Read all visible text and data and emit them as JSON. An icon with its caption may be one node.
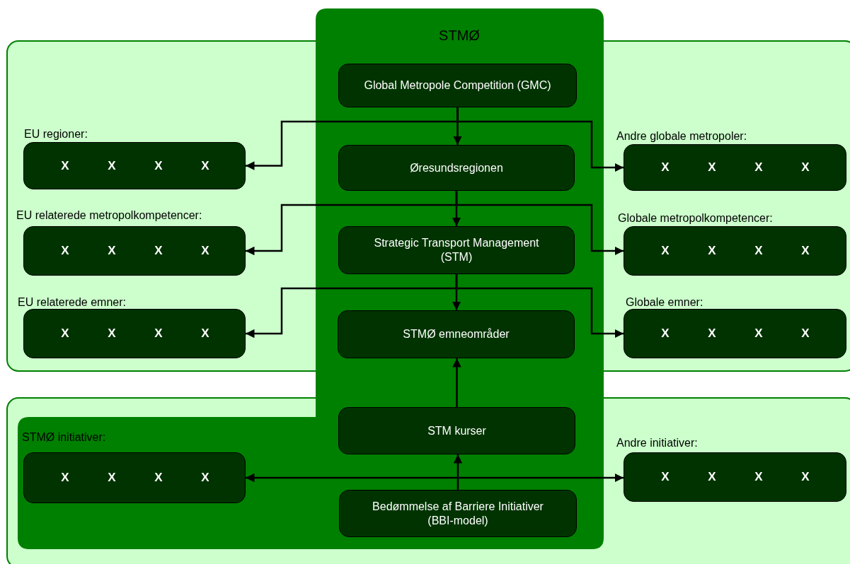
{
  "diagram": {
    "nodes": [
      {
        "text": [
          "STMØ"
        ]
      },
      {
        "text": [
          "Global Metropole Competition (GMC)"
        ],
        "in": 0
      },
      {
        "text": [
          "EU regioner:",
          "X",
          "X",
          "X",
          "X"
        ]
      },
      {
        "text": [
          "Øresundsregionen"
        ],
        "in": 0
      },
      {
        "text": [
          "Andre globale metropoler:",
          "X",
          "X",
          "X",
          "X"
        ]
      },
      {
        "text": [
          "EU relaterede metropolkompetencer:",
          "X",
          "X",
          "X",
          "X"
        ]
      },
      {
        "text": [
          "Strategic Transport Management (STM)"
        ],
        "in": 0
      },
      {
        "text": [
          "Globale metropolkompetencer:",
          "X",
          "X",
          "X",
          "X"
        ]
      },
      {
        "text": [
          "EU relaterede emner:",
          "X",
          "X",
          "X",
          "X"
        ]
      },
      {
        "text": [
          "STMØ emneområder"
        ],
        "in": 0
      },
      {
        "text": [
          "Globale emner:",
          "X",
          "X",
          "X",
          "X"
        ]
      },
      {
        "text": [
          "STM kurser"
        ],
        "in": 0
      },
      {
        "text": [
          "STMØ initiativer:",
          "X",
          "X",
          "X",
          "X"
        ],
        "in": 0
      },
      {
        "text": [
          "Andre initiativer:",
          "X",
          "X",
          "X",
          "X"
        ]
      },
      {
        "text": [
          "Bedømmelse af Barriere Initiativer (BBI-model)"
        ],
        "in": 0
      }
    ],
    "edges": [
      {
        "from": 1,
        "to": 3,
        "arrow": "to"
      },
      {
        "from": 1,
        "to": 2,
        "arrow": "to"
      },
      {
        "from": 1,
        "to": 4,
        "arrow": "to"
      },
      {
        "from": 3,
        "to": 6,
        "arrow": "to"
      },
      {
        "from": 3,
        "to": 5,
        "arrow": "to"
      },
      {
        "from": 3,
        "to": 7,
        "arrow": "to"
      },
      {
        "from": 6,
        "to": 9,
        "arrow": "to"
      },
      {
        "from": 6,
        "to": 8,
        "arrow": "to"
      },
      {
        "from": 6,
        "to": 10,
        "arrow": "to"
      },
      {
        "from": 11,
        "to": 9,
        "arrow": "to"
      },
      {
        "from": 14,
        "to": 11,
        "arrow": "to"
      },
      {
        "from": 12,
        "to": 13,
        "arrow": "both"
      }
    ]
  }
}
